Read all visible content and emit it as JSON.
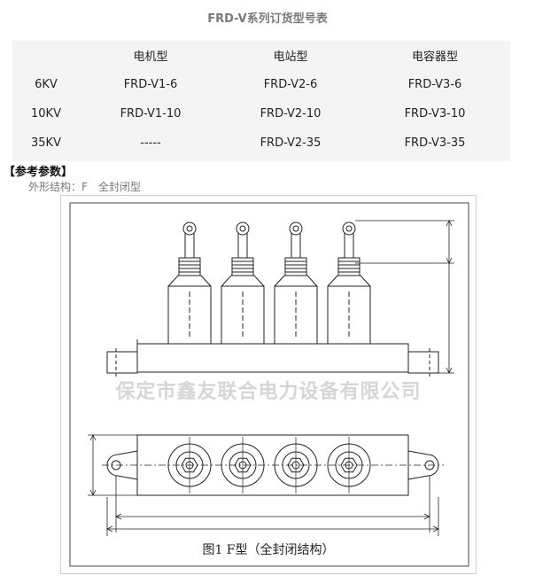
{
  "title": "FRD-V系列订货型号表",
  "table": {
    "headers": [
      "",
      "电机型",
      "电站型",
      "电容器型"
    ],
    "rows": [
      [
        "6KV",
        "FRD-V1-6",
        "FRD-V2-6",
        "FRD-V3-6"
      ],
      [
        "10KV",
        "FRD-V1-10",
        "FRD-V2-10",
        "FRD-V3-10"
      ],
      [
        "35KV",
        "-----",
        "FRD-V2-35",
        "FRD-V3-35"
      ]
    ]
  },
  "reference_heading": "【参考参数】",
  "shape_label": "外形结构：F　全封闭型",
  "drawing": {
    "watermark": "保定市鑫友联合电力设备有限公司",
    "caption": "图1 F型（全封闭结构）"
  }
}
